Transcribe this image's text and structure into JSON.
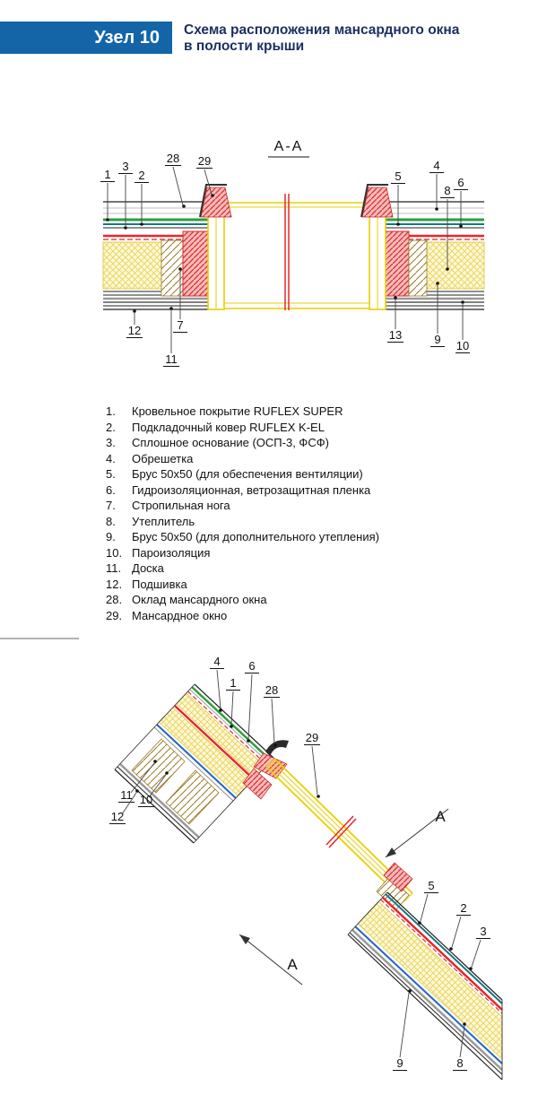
{
  "header": {
    "badge": "Узел 10",
    "title_line1": "Схема расположения мансардного окна",
    "title_line2": "в полости крыши"
  },
  "section_view": {
    "title": "А-А",
    "callouts": {
      "c1": "1",
      "c2": "2",
      "c3": "3",
      "c4": "4",
      "c5": "5",
      "c6": "6",
      "c7": "7",
      "c8": "8",
      "c9": "9",
      "c10": "10",
      "c11": "11",
      "c12": "12",
      "c13": "13",
      "c28": "28",
      "c29": "29"
    }
  },
  "slope_view": {
    "section_letter": "А",
    "callouts": {
      "c1": "1",
      "c2": "2",
      "c3": "3",
      "c4": "4",
      "c5": "5",
      "c6": "6",
      "c8": "8",
      "c9": "9",
      "c10": "10",
      "c11": "11",
      "c12": "12",
      "c28": "28",
      "c29": "29"
    }
  },
  "legend": {
    "items": [
      {
        "num": "1.",
        "text": "Кровельное покрытие RUFLEX SUPER"
      },
      {
        "num": "2.",
        "text": "Подкладочный ковер RUFLEX K-EL"
      },
      {
        "num": "3.",
        "text": "Сплошное основание (ОСП-3, ФСФ)"
      },
      {
        "num": "4.",
        "text": "Обрешетка"
      },
      {
        "num": "5.",
        "text": "Брус 50х50 (для обеспечения вентиляции)"
      },
      {
        "num": "6.",
        "text": "Гидроизоляционная, ветрозащитная пленка"
      },
      {
        "num": "7.",
        "text": "Стропильная нога"
      },
      {
        "num": "8.",
        "text": "Утеплитель"
      },
      {
        "num": "9.",
        "text": "Брус 50х50 (для дополнительного утепления)"
      },
      {
        "num": "10.",
        "text": "Пароизоляция"
      },
      {
        "num": "11.",
        "text": "Доска"
      },
      {
        "num": "12.",
        "text": "Подшивка"
      },
      {
        "num": "28.",
        "text": "Оклад мансардного окна"
      },
      {
        "num": "29.",
        "text": "Мансардное окно"
      }
    ]
  },
  "colors": {
    "accent_blue": "#1365a7",
    "title_navy": "#1b2f5e",
    "line_red": "#e8262a",
    "line_green": "#2e9e3e",
    "line_teal": "#17777d",
    "line_blue": "#2563c4",
    "frame_yellow": "#e8cf00"
  }
}
